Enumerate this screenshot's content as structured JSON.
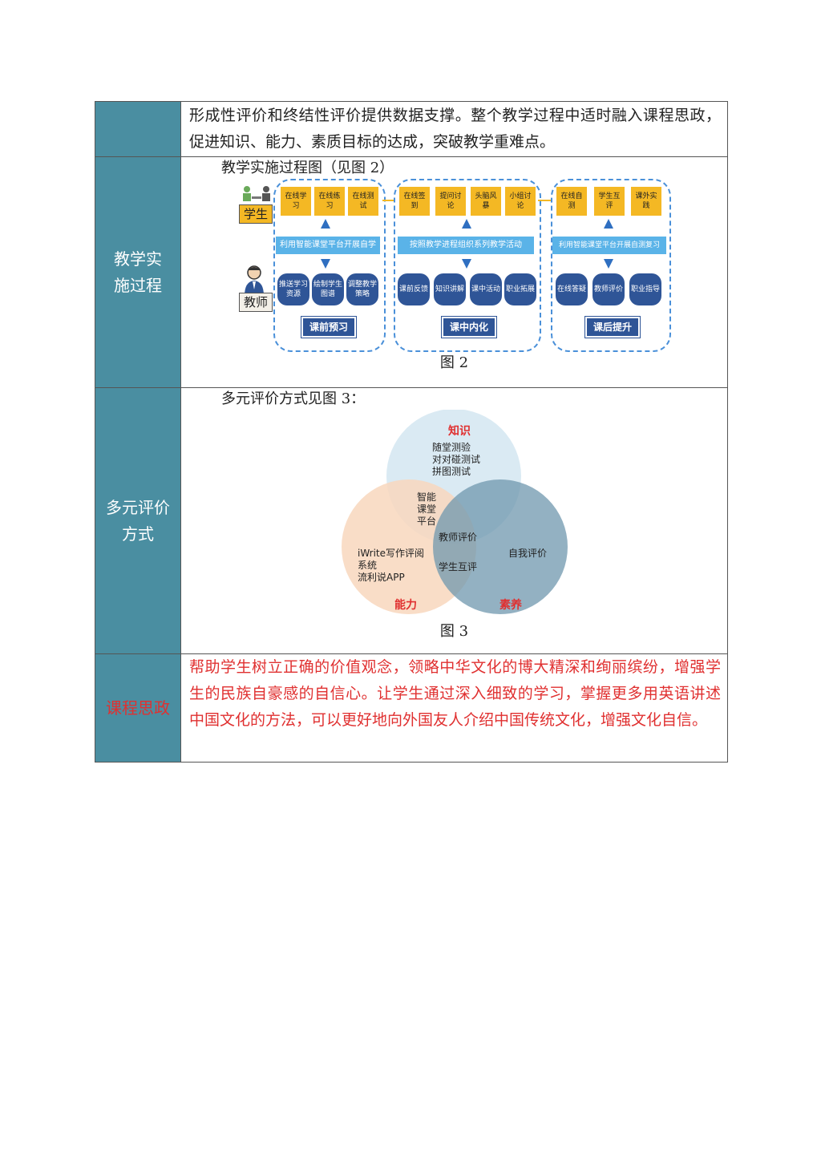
{
  "row1": {
    "text": "形成性评价和终结性评价提供数据支撑。整个教学过程中适时融入课程思政，促进知识、能力、素质目标的达成，突破教学重难点。"
  },
  "row2": {
    "header": "教学实施过程",
    "intro": "教学实施过程图（见图 2）",
    "caption": "图 2",
    "roles": {
      "student": "学生",
      "teacher": "教师"
    },
    "groups": [
      {
        "student_steps": [
          "在线学习",
          "在线练习",
          "在线测试"
        ],
        "bar": "利用智能课堂平台开展自学",
        "teacher_steps": [
          "推送学习资源",
          "绘制学生图谱",
          "调整教学策略"
        ],
        "stage": "课前预习"
      },
      {
        "student_steps": [
          "在线签到",
          "提问讨论",
          "头脑风暴",
          "小组讨论"
        ],
        "bar": "按照教学进程组织系列教学活动",
        "teacher_steps": [
          "课前反馈",
          "知识讲解",
          "课中活动",
          "职业拓展"
        ],
        "stage": "课中内化"
      },
      {
        "student_steps": [
          "在线自测",
          "学生互评",
          "课外实践"
        ],
        "bar": "利用智能课堂平台开展自测复习",
        "teacher_steps": [
          "在线答疑",
          "教师评价",
          "职业指导"
        ],
        "stage": "课后提升"
      }
    ]
  },
  "row3": {
    "header": "多元评价方式",
    "intro": "多元评价方式见图 3：",
    "caption": "图 3",
    "venn": {
      "knowledge_title": "知识",
      "knowledge_items": [
        "随堂测验",
        "对对碰测试",
        "拼图测试"
      ],
      "ability_title": "能力",
      "ability_items": [
        "iWrite写作评阅",
        "系统",
        "流利说APP"
      ],
      "quality_title": "素养",
      "quality_items": [
        "自我评价"
      ],
      "center_top": [
        "智能",
        "课堂",
        "平台"
      ],
      "center_middle": "教师评价",
      "center_bottom": "学生互评",
      "colors": {
        "knowledge": "#d6e8f2",
        "ability": "#f8d7bd",
        "quality": "#7fa3b8",
        "title_red": "#e03030"
      }
    }
  },
  "row4": {
    "header": "课程思政",
    "text": "帮助学生树立正确的价值观念，领略中华文化的博大精深和绚丽缤纷，增强学生的民族自豪感的自信心。让学生通过深入细致的学习，掌握更多用英语讲述中国文化的方法，可以更好地向外国友人介绍中国传统文化，增强文化自信。"
  }
}
